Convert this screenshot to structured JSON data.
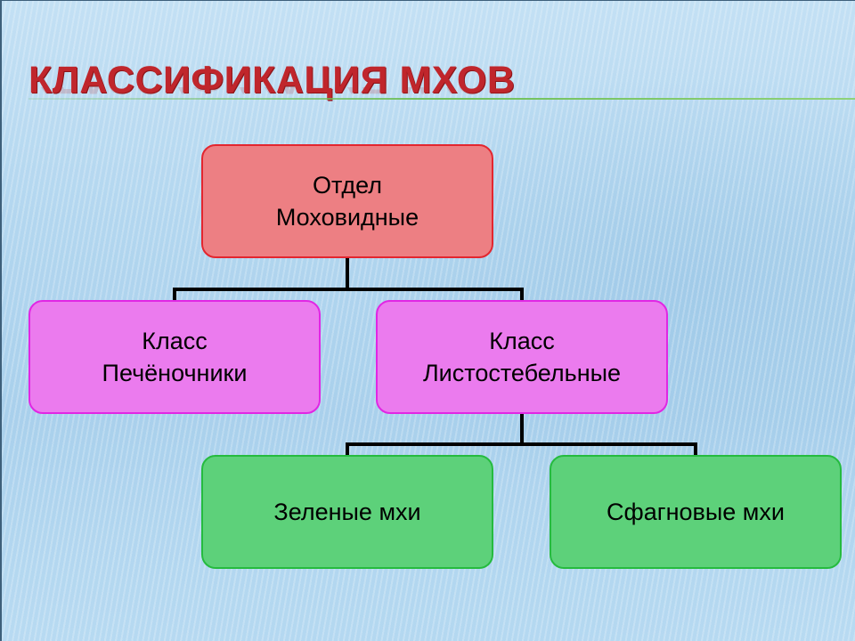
{
  "title": "КЛАССИФИКАЦИЯ МХОВ",
  "nodes": {
    "division": {
      "line1": "Отдел",
      "line2": "Моховидные"
    },
    "liverworts": {
      "line1": "Класс",
      "line2": "Печёночники"
    },
    "leafy": {
      "line1": "Класс",
      "line2": "Листостебельные"
    },
    "green_mosses": {
      "label": "Зеленые мхи"
    },
    "sphagnum": {
      "label": "Сфагновые мхи"
    }
  },
  "colors": {
    "title": "#c0262c",
    "division_fill": "#ed7f83",
    "class_fill": "#eb7bee",
    "order_fill": "#5dd17a",
    "connector": "#000000"
  }
}
